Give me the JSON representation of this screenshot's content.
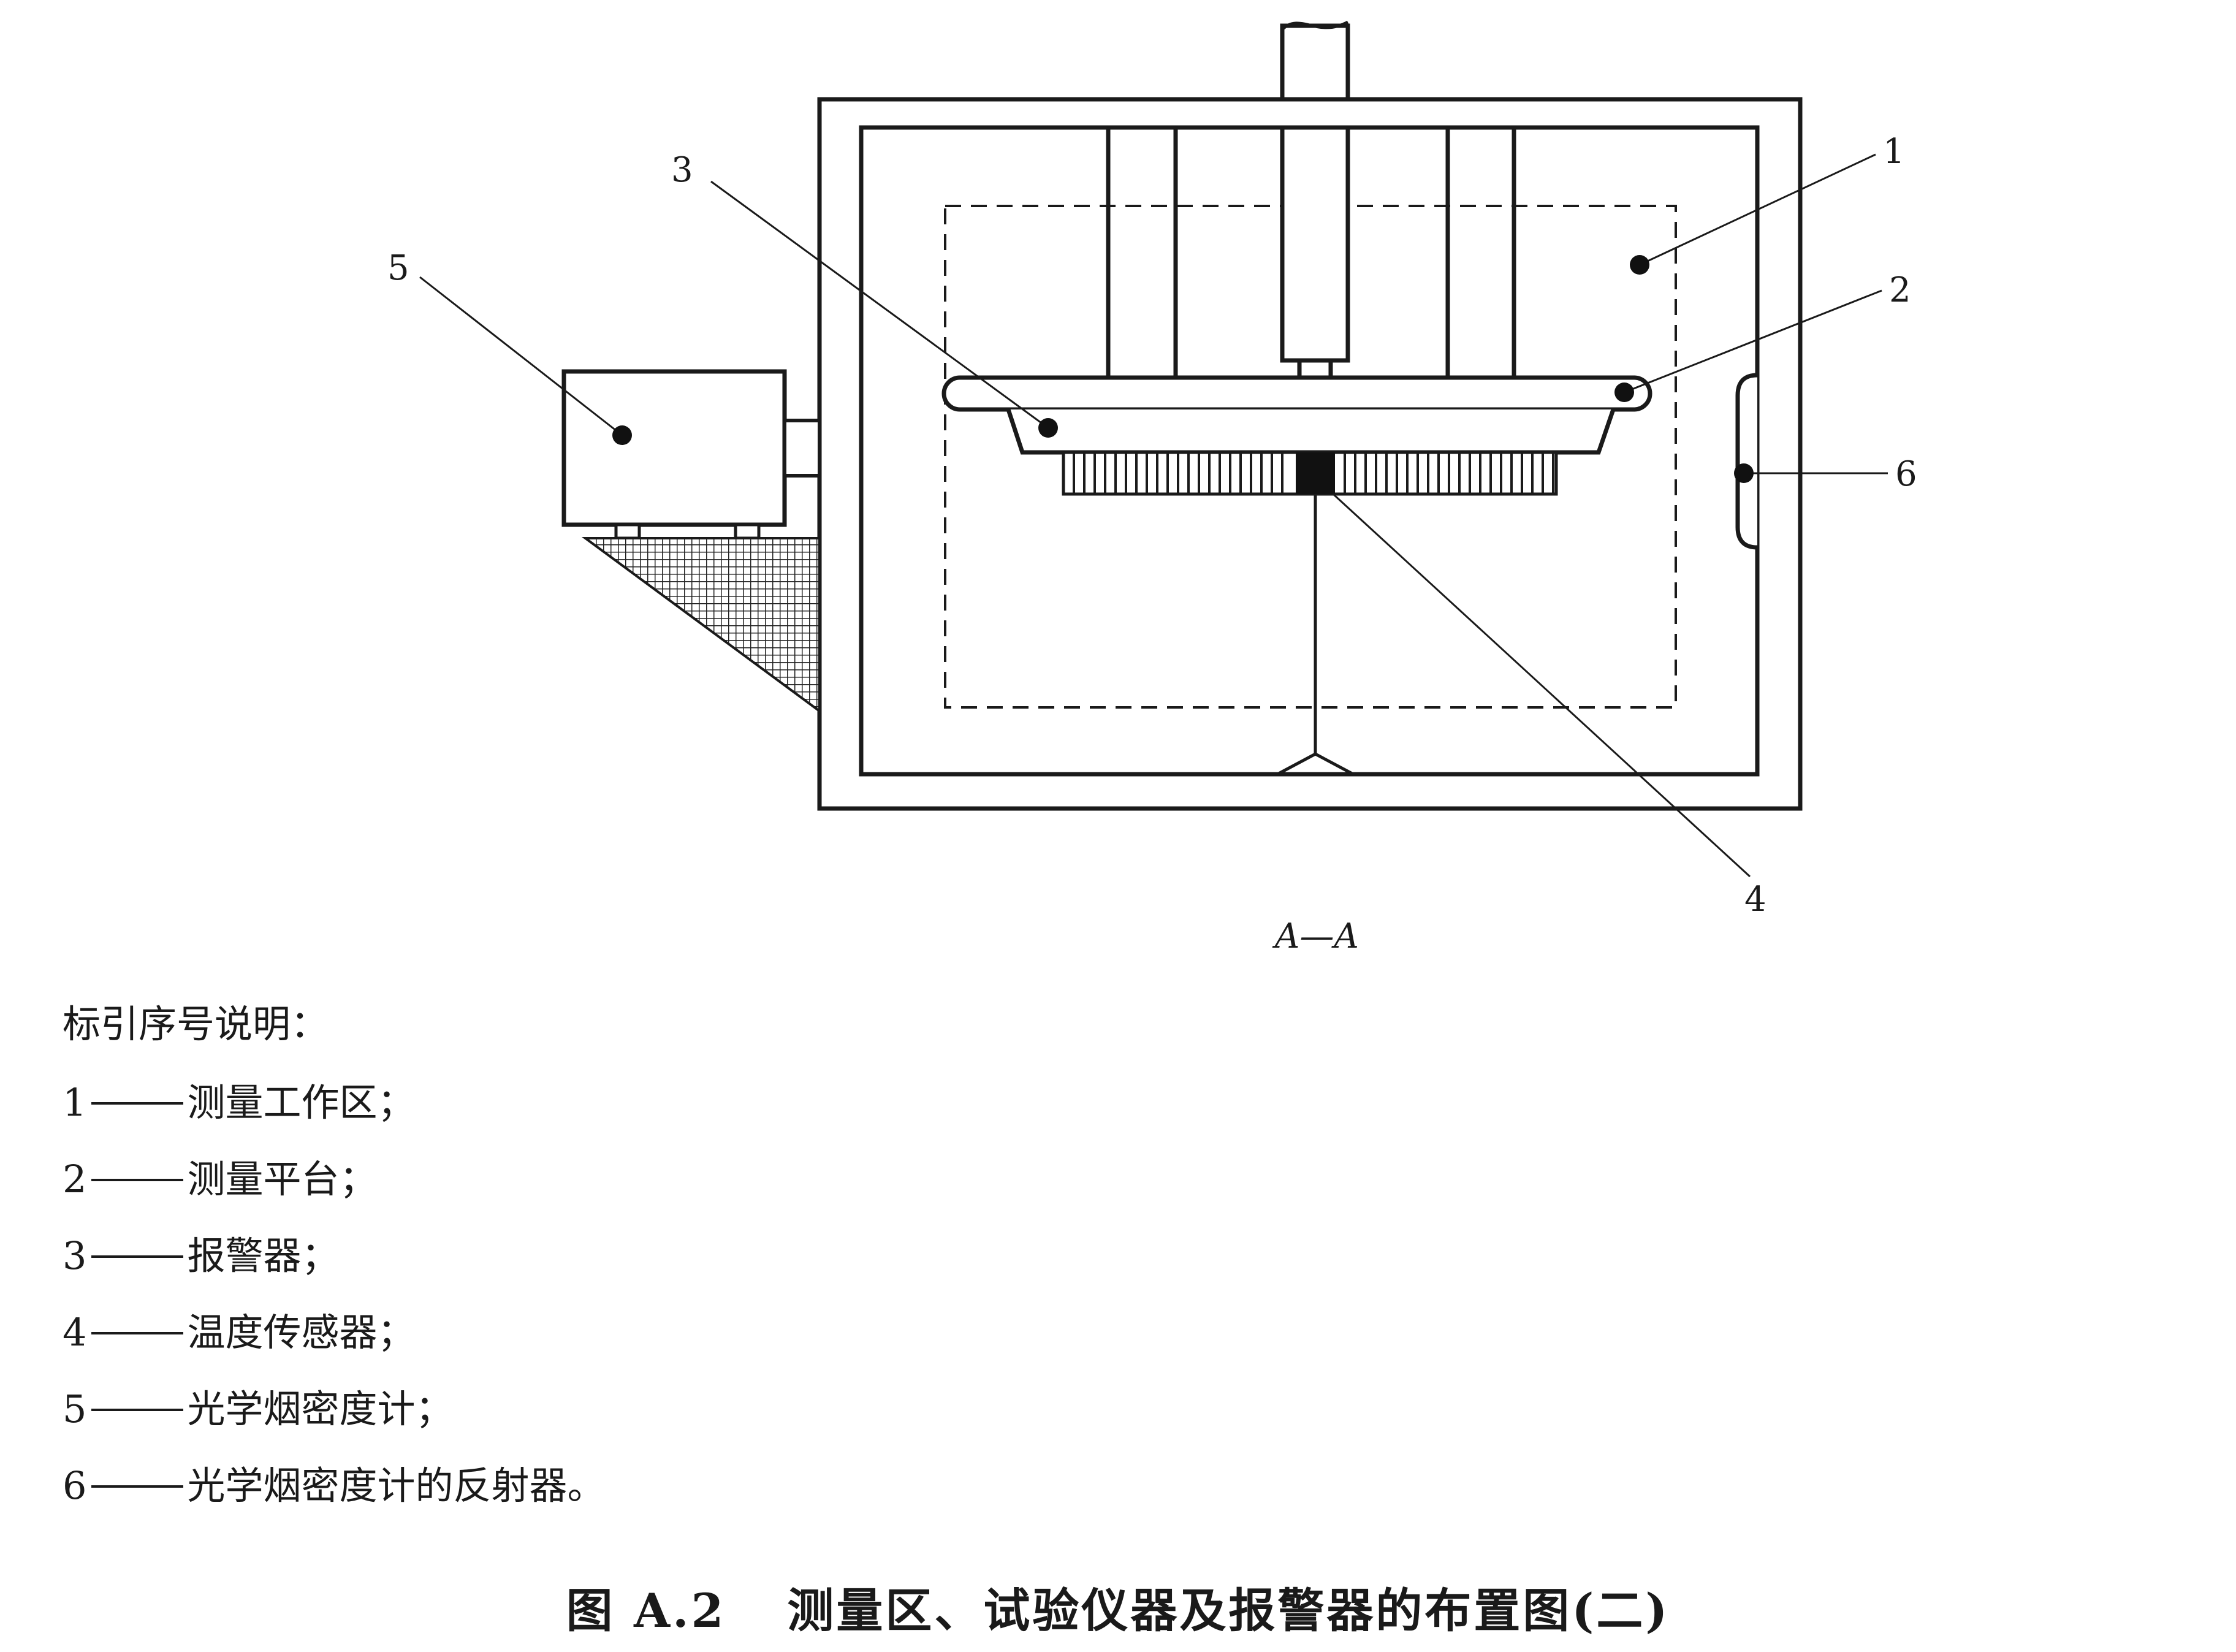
{
  "callouts": {
    "c1": "1",
    "c2": "2",
    "c3": "3",
    "c4": "4",
    "c5": "5",
    "c6": "6"
  },
  "section_label": "A—A",
  "legend": {
    "title": "标引序号说明：",
    "items": [
      {
        "num": "1",
        "text": "测量工作区；"
      },
      {
        "num": "2",
        "text": "测量平台；"
      },
      {
        "num": "3",
        "text": "报警器；"
      },
      {
        "num": "4",
        "text": "温度传感器；"
      },
      {
        "num": "5",
        "text": "光学烟密度计；"
      },
      {
        "num": "6",
        "text": "光学烟密度计的反射器。"
      }
    ]
  },
  "caption": {
    "figure_number": "图 A.2",
    "title": "测量区、试验仪器及报警器的布置图(二)"
  }
}
